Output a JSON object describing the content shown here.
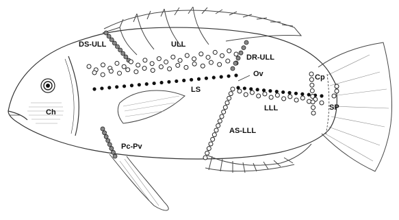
{
  "labels": {
    "ds_ull": "DS-ULL",
    "ull": "ULL",
    "dr_ull": "DR-ULL",
    "ov": "Ov",
    "ls": "LS",
    "cp": "Cp",
    "lll": "LLL",
    "sp": "SP",
    "ch": "Ch",
    "as_lll": "AS-LLL",
    "pc_pv": "Pc-Pv"
  },
  "colors": {
    "outline": "#333333",
    "ink": "#111111",
    "open_marker": "#ffffff",
    "filled_marker": "#111111",
    "grey_marker": "#888888"
  },
  "icons": {
    "fish": "fish-outline-drawing",
    "eye": "eye-icon"
  }
}
